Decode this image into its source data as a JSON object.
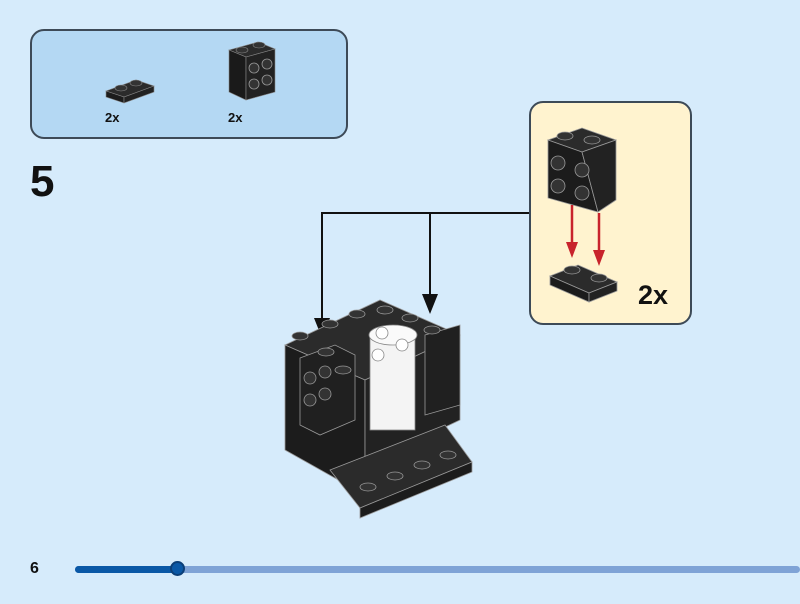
{
  "step": {
    "number": "5"
  },
  "parts_list": {
    "items": [
      {
        "part": "plate-1x2-black",
        "quantity": "2x"
      },
      {
        "part": "brick-1x2x2-studs-on-side-black",
        "quantity": "2x"
      }
    ]
  },
  "sub_assembly": {
    "quantity": "2x"
  },
  "footer": {
    "page_number": "6",
    "progress_percent": 13
  },
  "colors": {
    "background": "#d6ebfb",
    "parts_box": "#b4d8f3",
    "sub_box": "#fff3cf",
    "progress": "#0a58a6",
    "arrow_red": "#c8232c"
  }
}
